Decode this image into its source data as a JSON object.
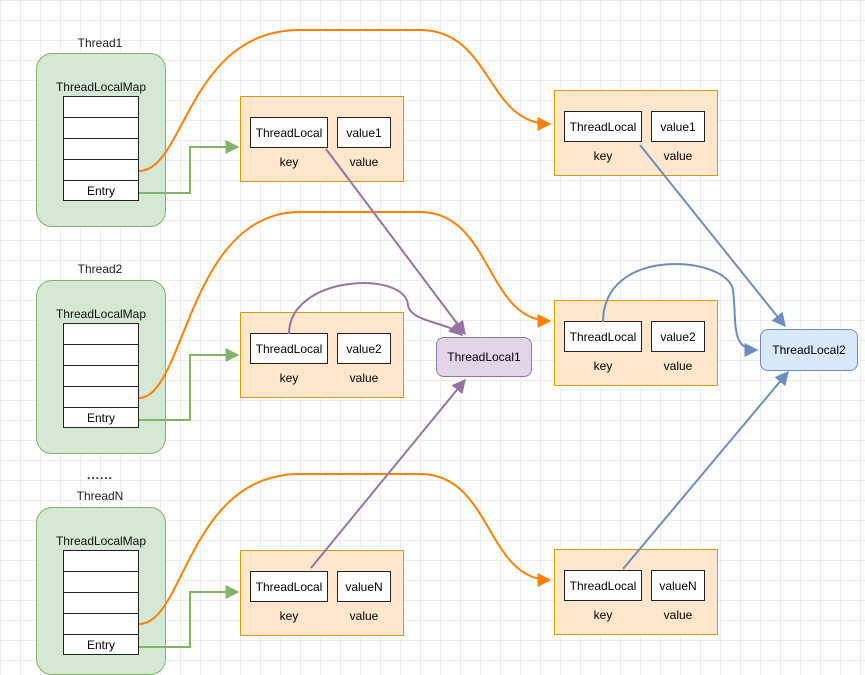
{
  "threads": [
    {
      "name": "Thread1",
      "map_title": "ThreadLocalMap",
      "entry_label": "Entry"
    },
    {
      "name": "Thread2",
      "map_title": "ThreadLocalMap",
      "entry_label": "Entry"
    },
    {
      "name": "ThreadN",
      "map_title": "ThreadLocalMap",
      "entry_label": "Entry"
    }
  ],
  "ellipsis": "......",
  "entries": [
    {
      "key_text": "ThreadLocal",
      "value_text": "value1",
      "key_label": "key",
      "value_label": "value"
    },
    {
      "key_text": "ThreadLocal",
      "value_text": "value2",
      "key_label": "key",
      "value_label": "value"
    },
    {
      "key_text": "ThreadLocal",
      "value_text": "valueN",
      "key_label": "key",
      "value_label": "value"
    },
    {
      "key_text": "ThreadLocal",
      "value_text": "value1",
      "key_label": "key",
      "value_label": "value"
    },
    {
      "key_text": "ThreadLocal",
      "value_text": "value2",
      "key_label": "key",
      "value_label": "value"
    },
    {
      "key_text": "ThreadLocal",
      "value_text": "valueN",
      "key_label": "key",
      "value_label": "value"
    }
  ],
  "threadlocals": [
    {
      "label": "ThreadLocal1",
      "fill": "#e1d5e7",
      "stroke": "#9673a6"
    },
    {
      "label": "ThreadLocal2",
      "fill": "#dae8fc",
      "stroke": "#6c8ebf"
    }
  ],
  "colors": {
    "thread_fill": "#d5e8d4",
    "thread_stroke": "#82b366",
    "entry_fill": "#ffe6cc",
    "entry_stroke": "#d79b00",
    "green_arrow": "#82b366",
    "orange_arrow": "#ff8000",
    "purple_arrow": "#9673a6",
    "blue_arrow": "#6c8ebf"
  }
}
